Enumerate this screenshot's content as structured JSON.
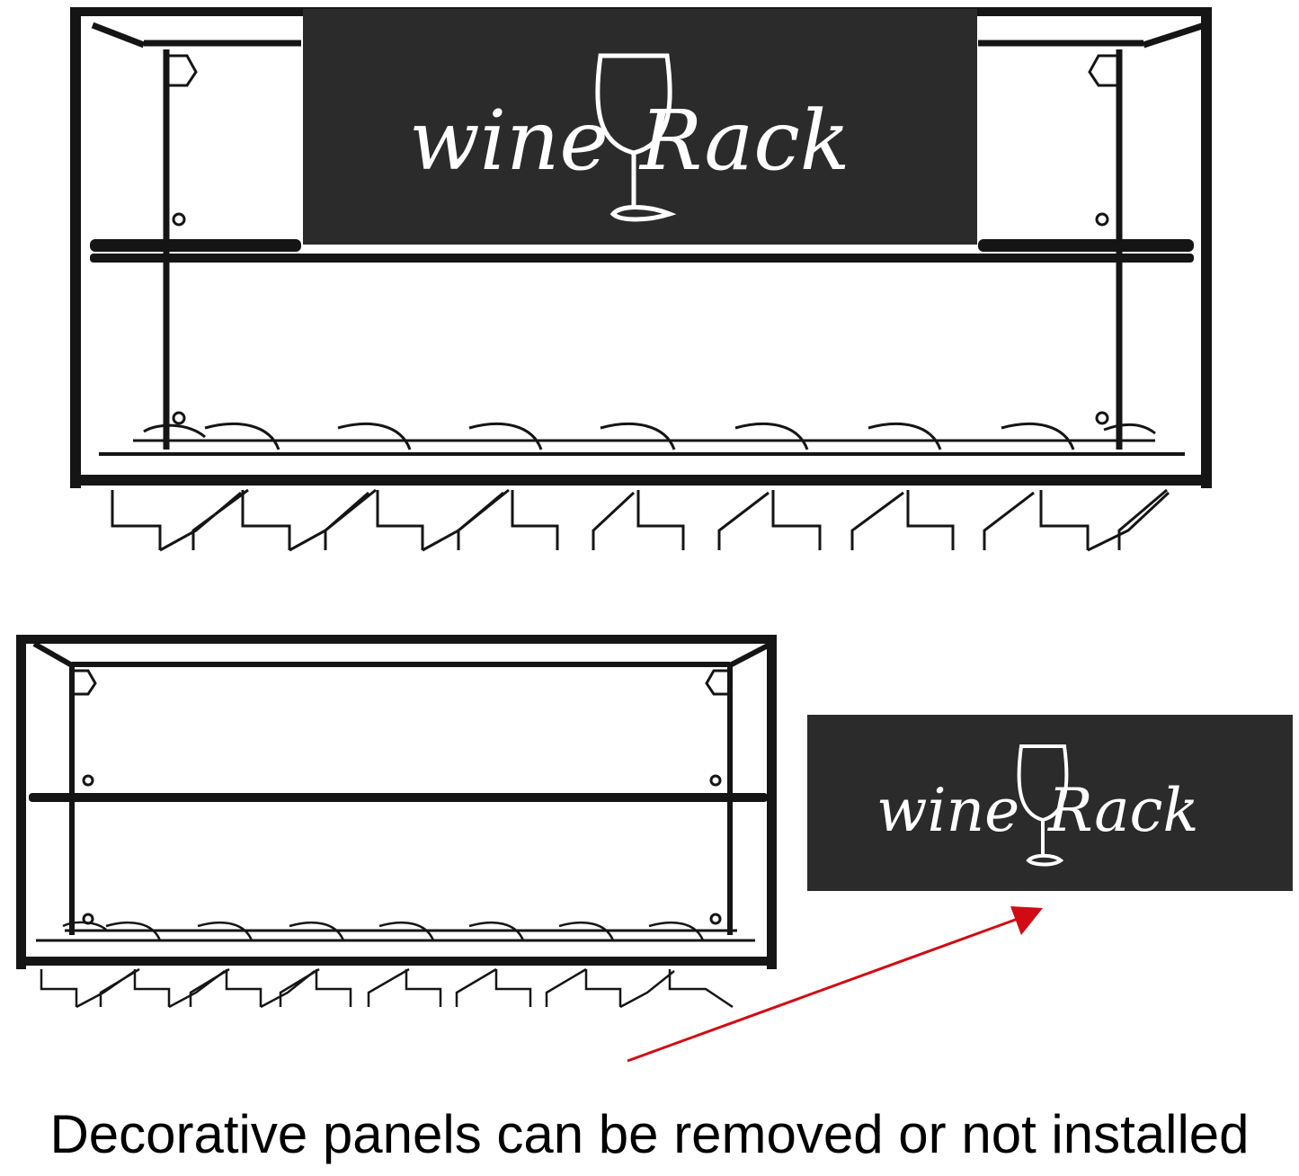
{
  "caption": "Decorative panels can be removed or not installed",
  "panel_logo": {
    "part1": "wine",
    "part2": "Rack",
    "icon": "wine-glass-icon"
  },
  "colors": {
    "frame": "#151515",
    "panel": "#2b2b2b",
    "logo": "#ffffff",
    "arrow": "#d10a14",
    "background": "#ffffff"
  }
}
